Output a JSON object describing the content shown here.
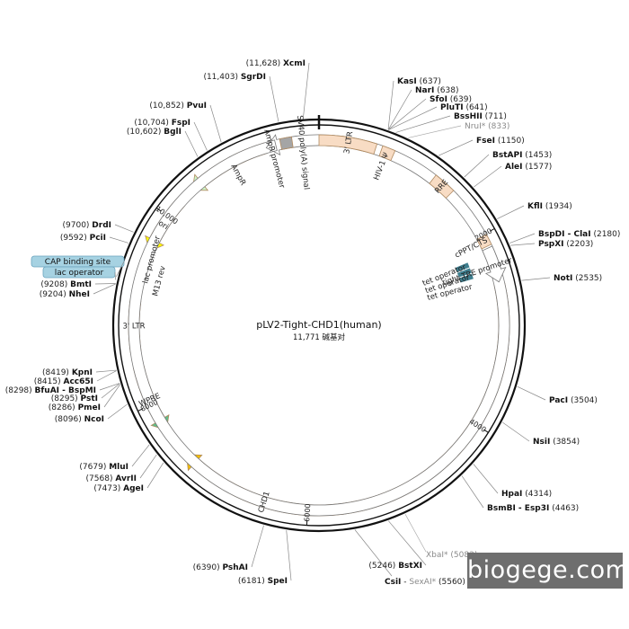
{
  "plasmid": {
    "name": "pLV2-Tight-CHD1(human)",
    "length_text": "11,771 碱基对",
    "total_bp": 11771
  },
  "ticks": [
    {
      "pos": 2000,
      "label": "2000"
    },
    {
      "pos": 4000,
      "label": "4000"
    },
    {
      "pos": 6000,
      "label": "6000"
    },
    {
      "pos": 8000,
      "label": "8000"
    },
    {
      "pos": 10000,
      "label": "10,000"
    }
  ],
  "sites": [
    {
      "name": "XcmI",
      "pos_text": "(11,628)",
      "pos": 11628
    },
    {
      "name": "SgrDI",
      "pos_text": "(11,403)",
      "pos": 11403
    },
    {
      "name": "PvuI",
      "pos_text": "(10,852)",
      "pos": 10852
    },
    {
      "name": "FspI",
      "pos_text": "(10,704)",
      "pos": 10704
    },
    {
      "name": "BglI",
      "pos_text": "(10,602)",
      "pos": 10602
    },
    {
      "name": "DrdI",
      "pos_text": "(9700)",
      "pos": 9700
    },
    {
      "name": "PciI",
      "pos_text": "(9592)",
      "pos": 9592
    },
    {
      "name": "BmtI",
      "pos_text": "(9208)",
      "pos": 9208
    },
    {
      "name": "NheI",
      "pos_text": "(9204)",
      "pos": 9204
    },
    {
      "name": "KpnI",
      "pos_text": "(8419)",
      "pos": 8419
    },
    {
      "name": "Acc65I",
      "pos_text": "(8415)",
      "pos": 8415
    },
    {
      "name": "BfuAI - BspMI",
      "pos_text": "(8298)",
      "pos": 8298
    },
    {
      "name": "PstI",
      "pos_text": "(8295)",
      "pos": 8295
    },
    {
      "name": "PmeI",
      "pos_text": "(8286)",
      "pos": 8286
    },
    {
      "name": "NcoI",
      "pos_text": "(8096)",
      "pos": 8096
    },
    {
      "name": "MluI",
      "pos_text": "(7679)",
      "pos": 7679
    },
    {
      "name": "AvrII",
      "pos_text": "(7568)",
      "pos": 7568
    },
    {
      "name": "AgeI",
      "pos_text": "(7473)",
      "pos": 7473
    },
    {
      "name": "PshAI",
      "pos_text": "(6390)",
      "pos": 6390
    },
    {
      "name": "SpeI",
      "pos_text": "(6181)",
      "pos": 6181
    },
    {
      "name": "CsiI",
      "pos_text": "",
      "pos": 5560
    },
    {
      "name": "SexAI*",
      "pos_text": "(5560)",
      "pos": 5560,
      "gray": true
    },
    {
      "name": "BstXI",
      "pos_text": "(5246)",
      "pos": 5246
    },
    {
      "name": "XbaI*",
      "pos_text": "(5083)",
      "pos": 5083,
      "gray": true
    },
    {
      "name": "BsmBI - Esp3I",
      "pos_text": "(4463)",
      "pos": 4463
    },
    {
      "name": "HpaI",
      "pos_text": "(4314)",
      "pos": 4314
    },
    {
      "name": "NsiI",
      "pos_text": "(3854)",
      "pos": 3854
    },
    {
      "name": "PacI",
      "pos_text": "(3504)",
      "pos": 3504
    },
    {
      "name": "NotI",
      "pos_text": "(2535)",
      "pos": 2535
    },
    {
      "name": "PspXI",
      "pos_text": "(2203)",
      "pos": 2203
    },
    {
      "name": "BspDI - ClaI",
      "pos_text": "(2180)",
      "pos": 2180
    },
    {
      "name": "KflI",
      "pos_text": "(1934)",
      "pos": 1934
    },
    {
      "name": "AleI",
      "pos_text": "(1577)",
      "pos": 1577
    },
    {
      "name": "BstAPI",
      "pos_text": "(1453)",
      "pos": 1453
    },
    {
      "name": "FseI",
      "pos_text": "(1150)",
      "pos": 1150
    },
    {
      "name": "NruI*",
      "pos_text": "(833)",
      "pos": 833,
      "gray": true
    },
    {
      "name": "BssHII",
      "pos_text": "(711)",
      "pos": 711
    },
    {
      "name": "PluTI",
      "pos_text": "(641)",
      "pos": 641
    },
    {
      "name": "SfoI",
      "pos_text": "(639)",
      "pos": 639
    },
    {
      "name": "NarI",
      "pos_text": "(638)",
      "pos": 638
    },
    {
      "name": "KasI",
      "pos_text": "(637)",
      "pos": 637
    }
  ],
  "features": [
    {
      "name": "CHD1",
      "start": 2520,
      "end": 7380,
      "type": "cds",
      "color": "#f5c000"
    },
    {
      "name": "WPRE",
      "start": 7700,
      "end": 8400,
      "type": "arrow-ccw",
      "color": "#5fbf8a"
    },
    {
      "name": "3' LTR",
      "start": 8560,
      "end": 9080,
      "type": "box",
      "color": "#f8dcc4"
    },
    {
      "name": "M13 rev",
      "start": 9180,
      "end": 9205,
      "type": "tiny",
      "color": "#8a4fc0"
    },
    {
      "name": "lac operator",
      "start": 9220,
      "end": 9240,
      "type": "tiny",
      "color": "#6a8fc0"
    },
    {
      "name": "lac promoter",
      "start": 9245,
      "end": 9275,
      "type": "tiny",
      "color": "#3f7f8f"
    },
    {
      "name": "CAP binding site",
      "start": 9285,
      "end": 9310,
      "type": "tiny",
      "color": "#3fa07a"
    },
    {
      "name": "ori",
      "start": 9600,
      "end": 10190,
      "type": "arrow-ccw",
      "color": "#ffff00"
    },
    {
      "name": "AmpR",
      "start": 10360,
      "end": 11220,
      "type": "arrow-ccw",
      "color": "#cff5c8"
    },
    {
      "name": "AmpR promoter",
      "start": 11230,
      "end": 11330,
      "type": "arrow-ccw",
      "color": "#ffffff"
    },
    {
      "name": "SV40 poly(A) signal",
      "start": 11380,
      "end": 11500,
      "type": "box",
      "color": "#a5a5a5"
    },
    {
      "name": "3' LTR",
      "start": 0,
      "end": 580,
      "type": "box",
      "color": "#f8dcc4"
    },
    {
      "name": "HIV-1 Ψ",
      "start": 640,
      "end": 770,
      "type": "box",
      "color": "#f8dcc4"
    },
    {
      "name": "RRE",
      "start": 1240,
      "end": 1470,
      "type": "box",
      "color": "#f8dcc4"
    },
    {
      "name": "cPPT/CTS",
      "start": 2010,
      "end": 2120,
      "type": "box",
      "color": "#f8dcc4"
    },
    {
      "name": "tight TRE promoter",
      "start": 2140,
      "end": 2500,
      "type": "arrow-cw",
      "color": "#ffffff"
    },
    {
      "name": "tet operator",
      "start": 2190,
      "end": 2260,
      "type": "stripes",
      "color": "#3f7f8f"
    },
    {
      "name": "tet operator",
      "start": 2260,
      "end": 2330,
      "type": "stripes",
      "color": "#3f7f8f"
    },
    {
      "name": "tet operator",
      "start": 2330,
      "end": 2400,
      "type": "stripes",
      "color": "#3f7f8f"
    }
  ],
  "highlighted_labels": [
    "CAP binding site",
    "lac operator"
  ],
  "watermark": "biogege.com"
}
